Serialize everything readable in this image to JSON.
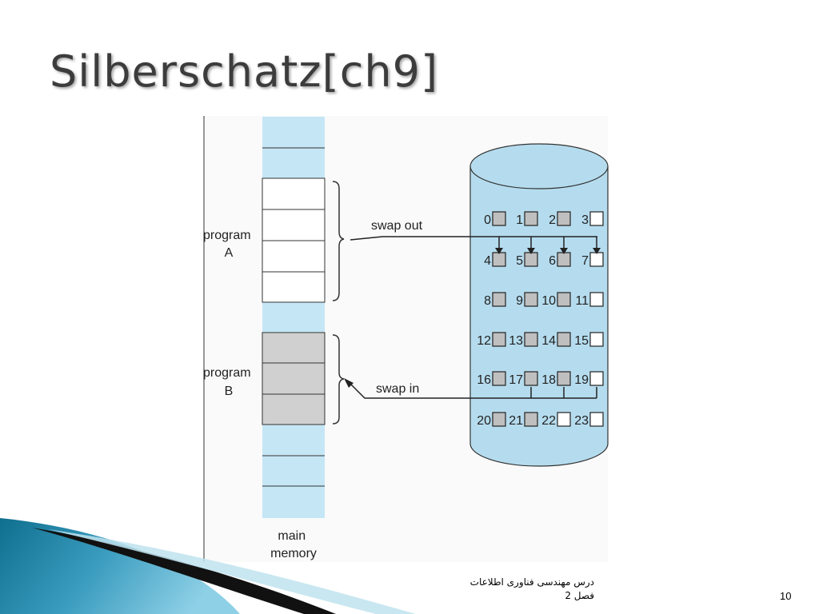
{
  "slide": {
    "title": "Silberschatz[ch9]",
    "footer_line1": "درس مهندسی فناوری اطلاعات",
    "footer_line2": "فصل 2",
    "page_number": "10"
  },
  "diagram": {
    "program_a_label": [
      "program",
      "A"
    ],
    "program_b_label": [
      "program",
      "B"
    ],
    "main_memory_label": [
      "main",
      "memory"
    ],
    "swap_out_label": "swap out",
    "swap_in_label": "swap in",
    "disk_blocks": [
      "0",
      "1",
      "2",
      "3",
      "4",
      "5",
      "6",
      "7",
      "8",
      "9",
      "10",
      "11",
      "12",
      "13",
      "14",
      "15",
      "16",
      "17",
      "18",
      "19",
      "20",
      "21",
      "22",
      "23"
    ],
    "colors": {
      "memory_bg": "#c5e6f5",
      "disk_fill": "#b5dcee",
      "program_b_fill": "#d0d0d0",
      "occupied_block": "#bfbfbf"
    }
  }
}
